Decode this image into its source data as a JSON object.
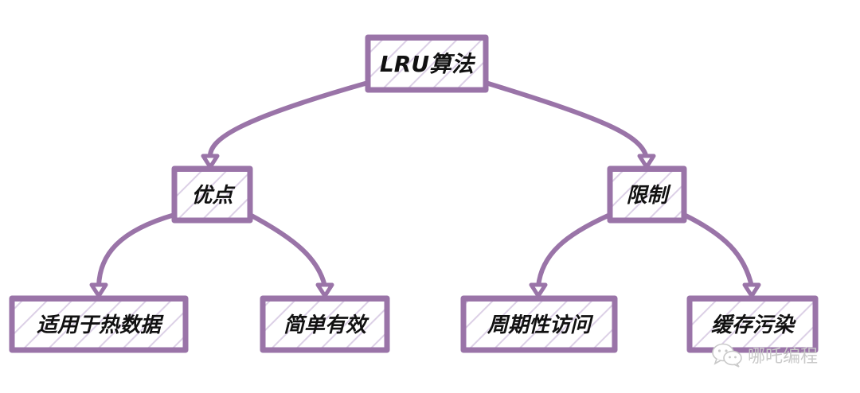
{
  "diagram": {
    "colors": {
      "stroke": "#9a74a8",
      "hatch": "#dcd0e6",
      "text": "#111111",
      "background": "#ffffff"
    },
    "nodes": [
      {
        "id": "root",
        "label": "LRU算法"
      },
      {
        "id": "pros",
        "label": "优点"
      },
      {
        "id": "limits",
        "label": "限制"
      },
      {
        "id": "hot",
        "label": "适用于热数据"
      },
      {
        "id": "simple",
        "label": "简单有效"
      },
      {
        "id": "periodic",
        "label": "周期性访问"
      },
      {
        "id": "pollution",
        "label": "缓存污染"
      }
    ],
    "edges": [
      {
        "from": "root",
        "to": "pros"
      },
      {
        "from": "root",
        "to": "limits"
      },
      {
        "from": "pros",
        "to": "hot"
      },
      {
        "from": "pros",
        "to": "simple"
      },
      {
        "from": "limits",
        "to": "periodic"
      },
      {
        "from": "limits",
        "to": "pollution"
      }
    ]
  },
  "watermark": {
    "icon": "wechat-icon",
    "text": "哪吒编程"
  }
}
